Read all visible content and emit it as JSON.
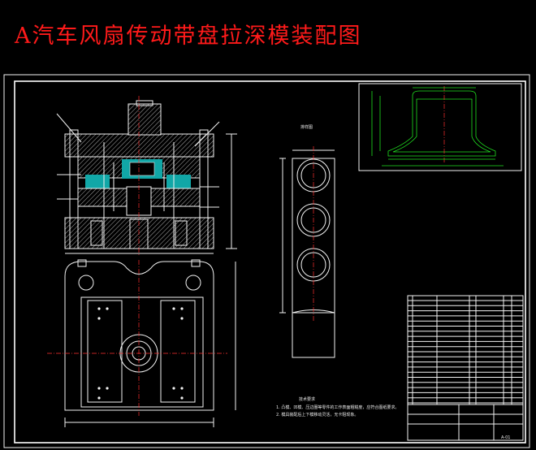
{
  "title": "A汽车风扇传动带盘拉深模装配图",
  "labels": {
    "strip_layout": "排样图",
    "tech_req_heading": "技术要求",
    "tech_req_1": "1. 凸模、凹模、压边圈等零件的工作表面粗糙度，应符合图纸要求。",
    "tech_req_2": "2. 模具装配后上下模移动灵活，无卡阻现象。",
    "part_no": "A-01"
  },
  "colors": {
    "title": "#ff1a1a",
    "lines": "#f2f2f2",
    "part_outline": "#20e020",
    "centerline": "#ff3030",
    "insert_fill": "#11a7a7"
  }
}
